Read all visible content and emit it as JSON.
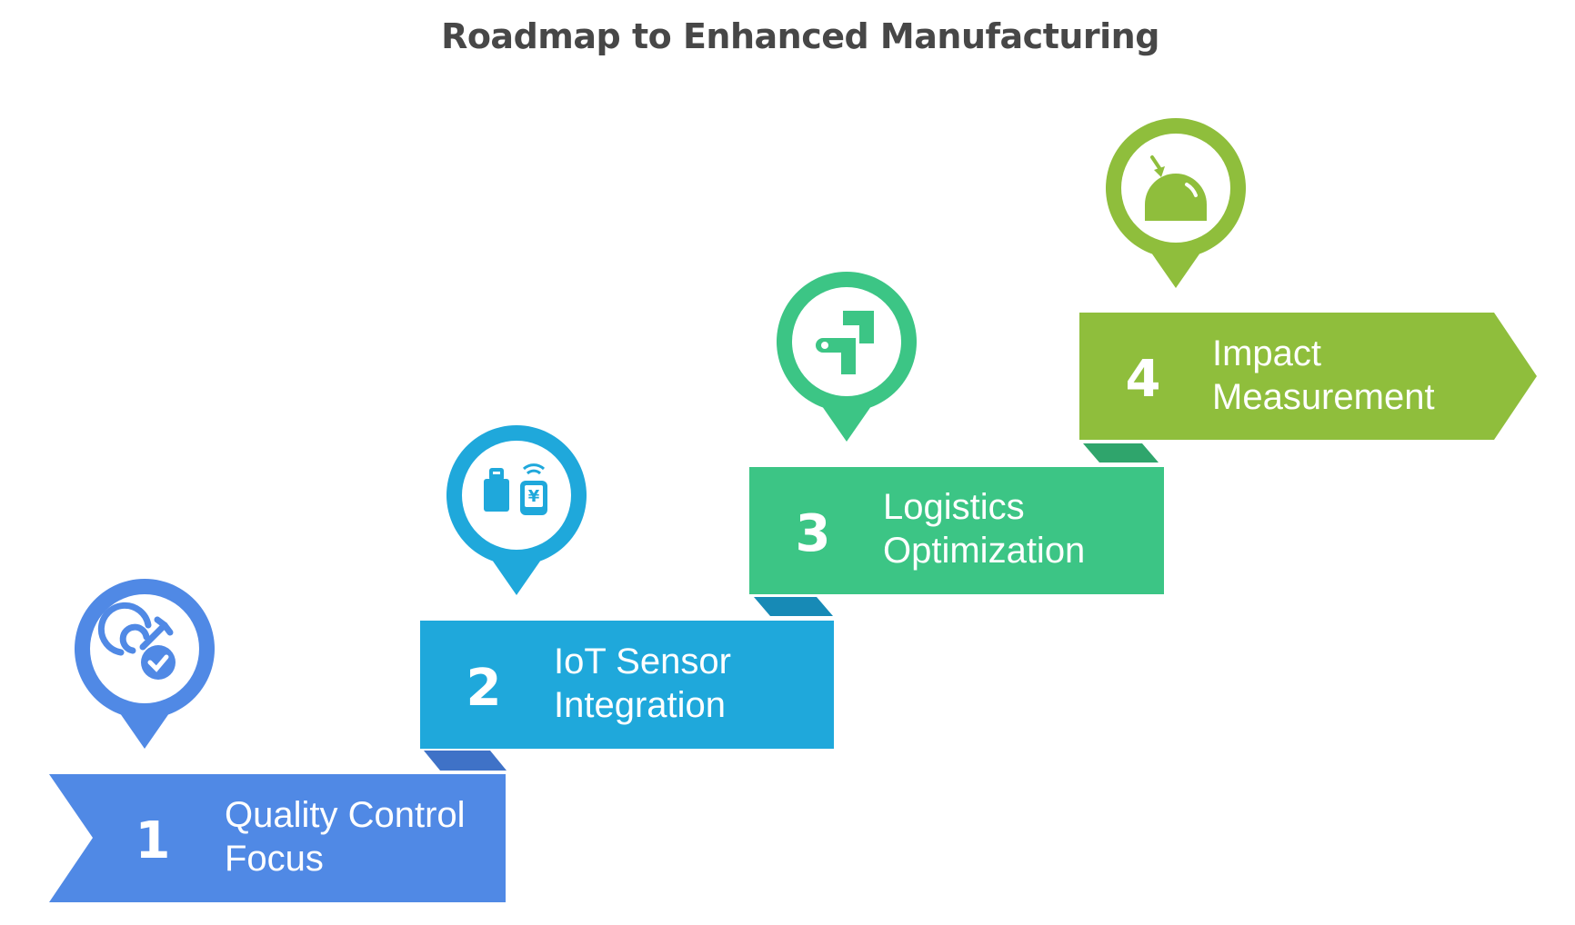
{
  "title": "Roadmap to Enhanced Manufacturing",
  "steps": [
    {
      "number": "1",
      "label_lines": [
        "Quality Control",
        "Focus"
      ],
      "color": "#5089e5",
      "fold_color": "#3f72c7",
      "icon": "target-check-icon"
    },
    {
      "number": "2",
      "label_lines": [
        "IoT Sensor",
        "Integration"
      ],
      "color": "#1fa8db",
      "fold_color": "#178ab6",
      "icon": "iot-devices-icon"
    },
    {
      "number": "3",
      "label_lines": [
        "Logistics",
        "Optimization"
      ],
      "color": "#3cc585",
      "fold_color": "#2fa56c",
      "icon": "route-icon"
    },
    {
      "number": "4",
      "label_lines": [
        "Impact",
        "Measurement"
      ],
      "color": "#8fbe3c",
      "fold_color": "#78a22f",
      "icon": "dome-arrow-icon"
    }
  ]
}
